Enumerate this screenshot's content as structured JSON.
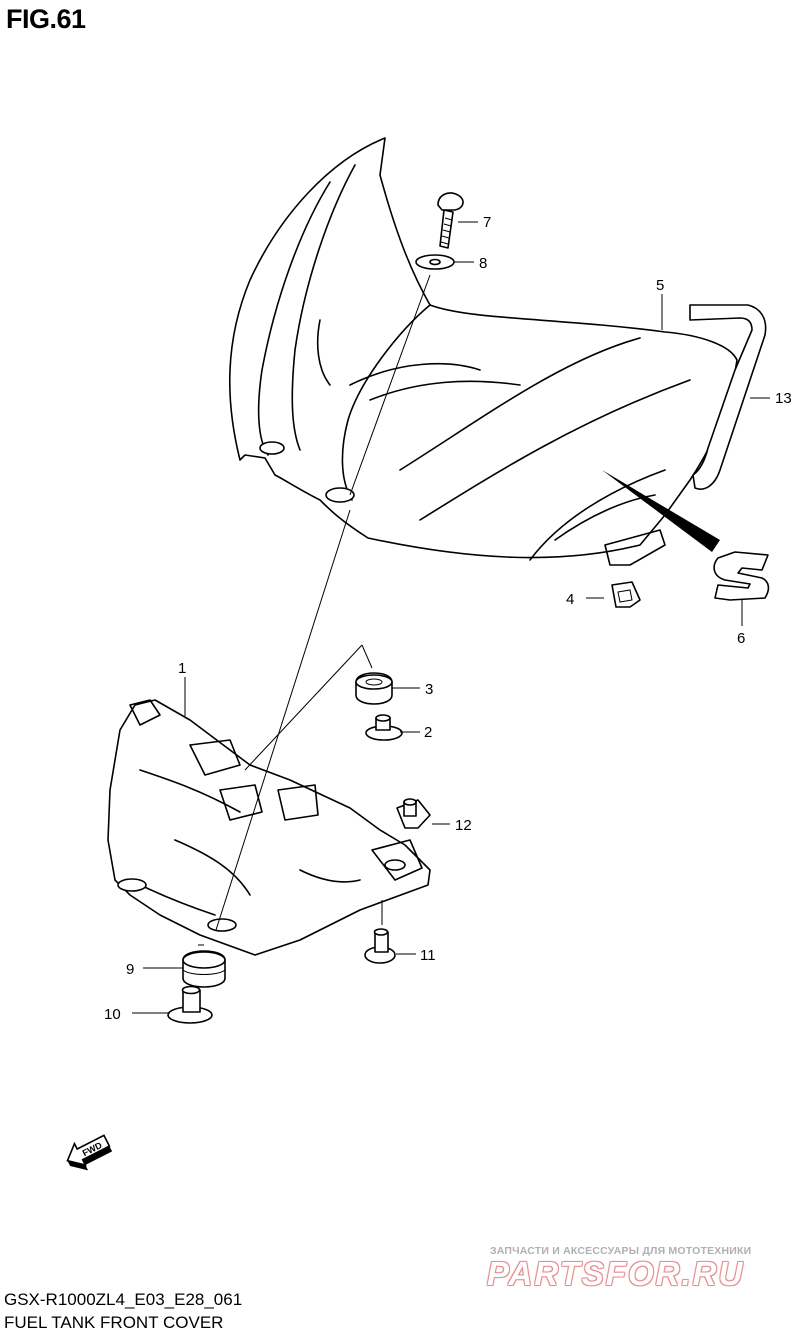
{
  "figure": {
    "title": "FIG.61",
    "model_code": "GSX-R1000ZL4_E03_E28_061",
    "caption": "FUEL TANK FRONT COVER",
    "fwd_label": "FWD"
  },
  "callouts": [
    "1",
    "2",
    "3",
    "4",
    "5",
    "6",
    "7",
    "8",
    "9",
    "10",
    "11",
    "12",
    "13"
  ],
  "watermark": {
    "tagline": "ЗАПЧАСТИ И АКСЕССУАРЫ ДЛЯ МОТОТЕХНИКИ",
    "logo": "PARTSFOR.RU",
    "color": "#e07a7a"
  }
}
